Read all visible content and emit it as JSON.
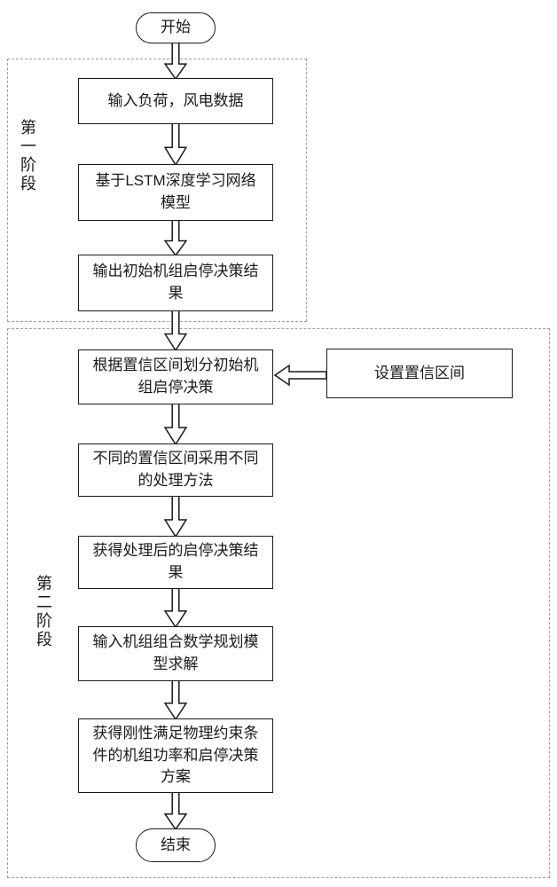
{
  "diagram": {
    "start_label": "开始",
    "end_label": "结束",
    "stage1": {
      "label": "第一阶段",
      "boxes": [
        {
          "text": "输入负荷，风电数据"
        },
        {
          "text": "基于LSTM深度学习网络模型"
        },
        {
          "text": "输出初始机组启停决策结果"
        }
      ]
    },
    "stage2": {
      "label": "第二阶段",
      "boxes": [
        {
          "text": "根据置信区间划分初始机组启停决策"
        },
        {
          "text": "不同的置信区间采用不同的处理方法"
        },
        {
          "text": "获得处理后的启停决策结果"
        },
        {
          "text": "输入机组组合数学规划模型求解"
        },
        {
          "text": "获得刚性满足物理约束条件的机组功率和启停决策方案"
        }
      ],
      "side_box": {
        "text": "设置置信区间"
      }
    }
  }
}
